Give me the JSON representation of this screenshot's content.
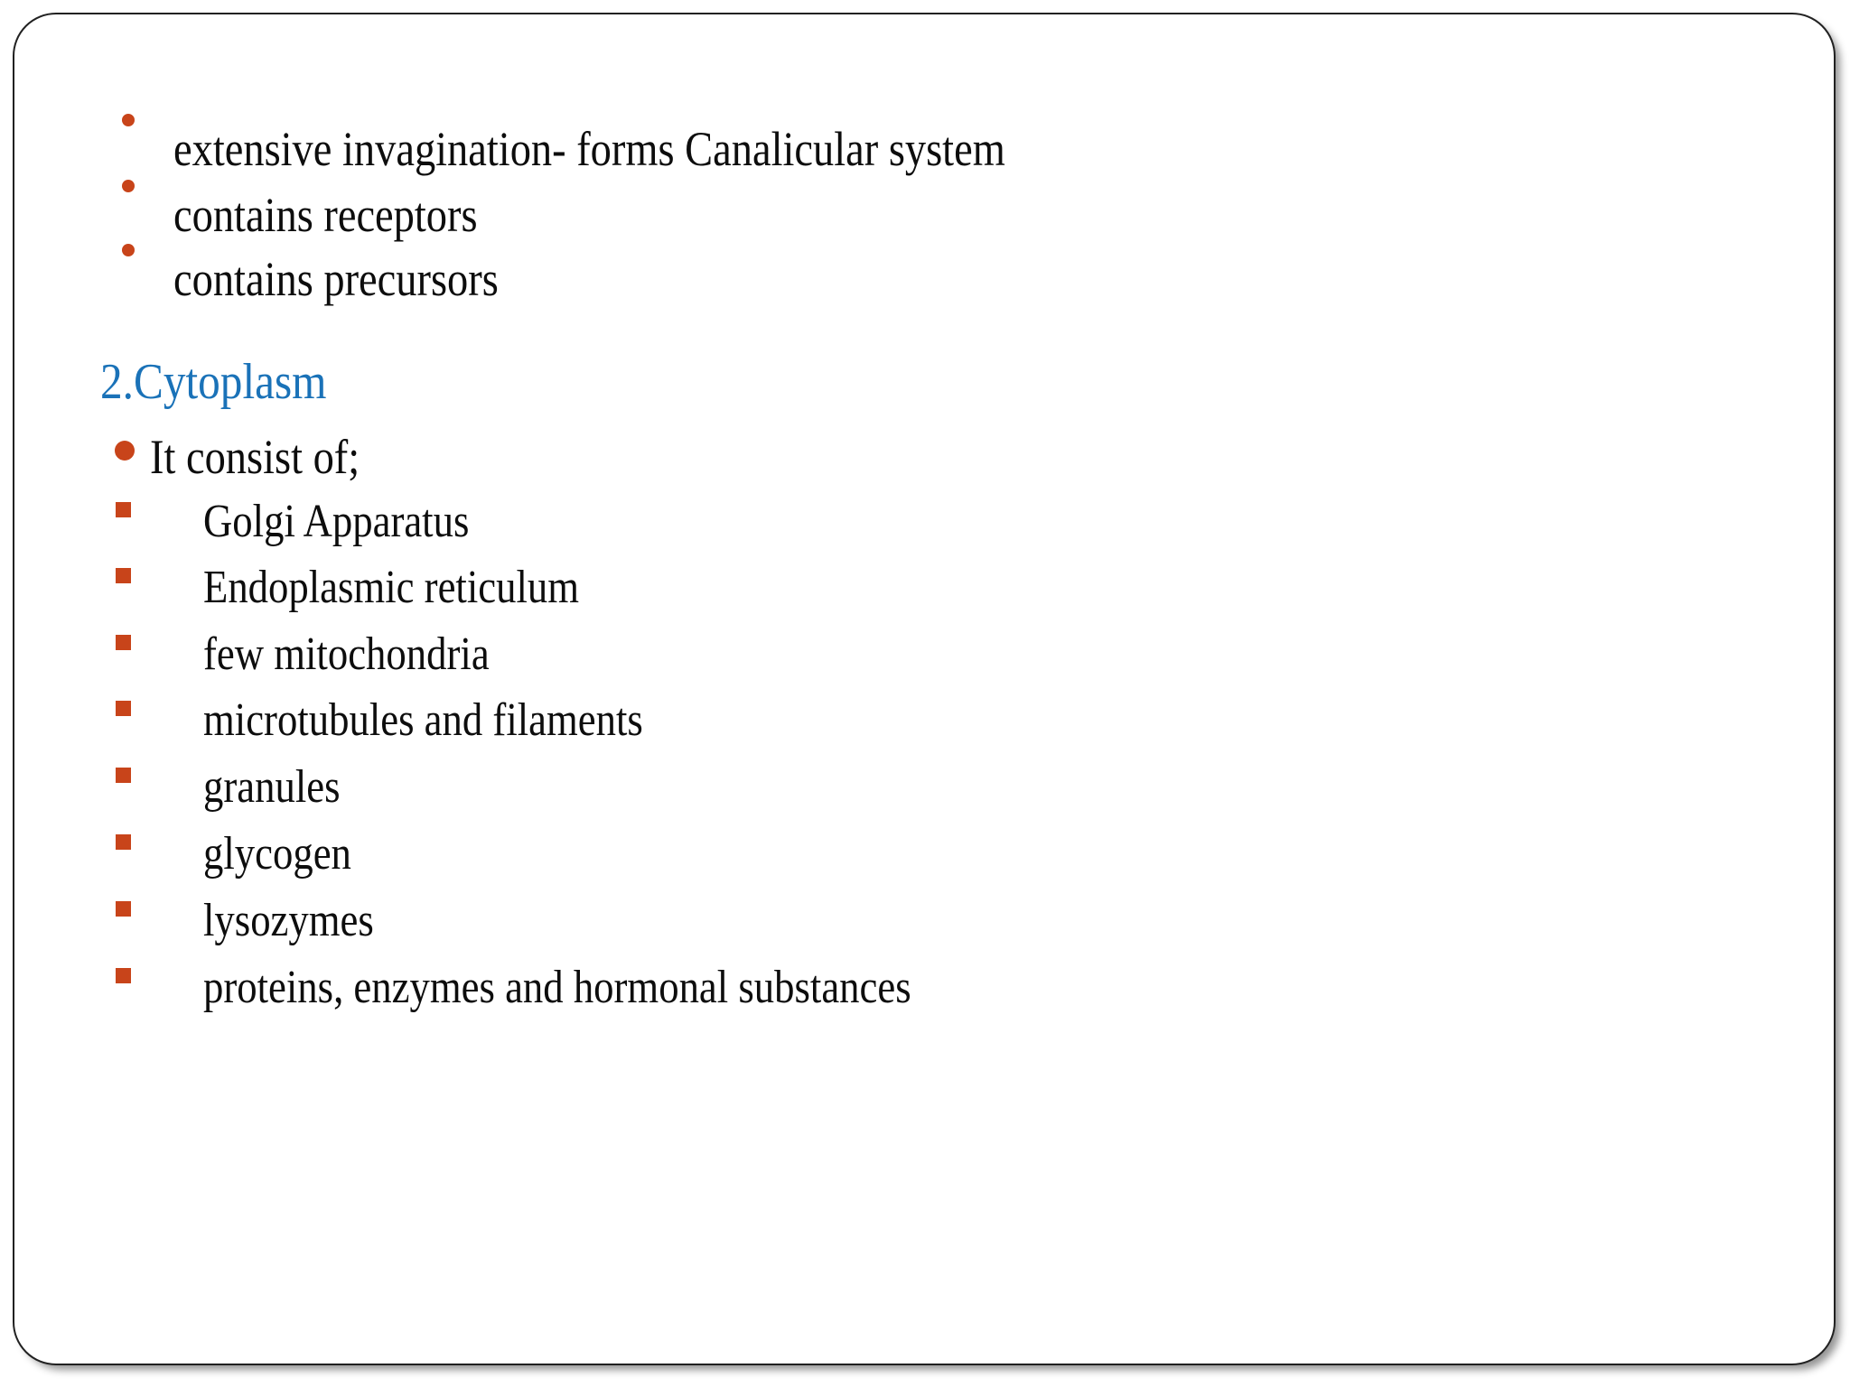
{
  "slide": {
    "frame_border_color": "#212121",
    "background_color": "#ffffff",
    "bullet_color": "#C8441A",
    "heading_color": "#1A72B8",
    "body_text_color": "#0D0D0D"
  },
  "top_bullets": [
    {
      "text": "extensive invagination- forms Canalicular system"
    },
    {
      "text": "contains receptors"
    },
    {
      "text": "contains precursors"
    }
  ],
  "section": {
    "heading": "2.Cytoplasm",
    "intro": "It consist of;",
    "items": [
      {
        "text": "Golgi Apparatus"
      },
      {
        "text": "Endoplasmic reticulum"
      },
      {
        "text": "few mitochondria"
      },
      {
        "text": "microtubules and filaments"
      },
      {
        "text": "granules"
      },
      {
        "text": "glycogen"
      },
      {
        "text": "lysozymes"
      },
      {
        "text": "proteins, enzymes and hormonal substances"
      }
    ]
  }
}
